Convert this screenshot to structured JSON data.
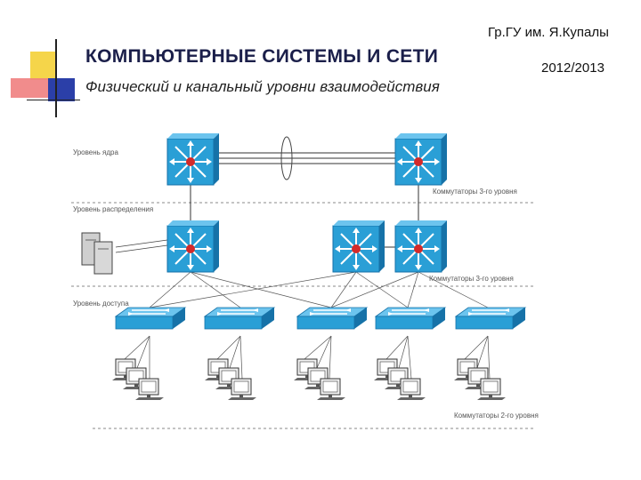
{
  "header": {
    "university": "Гр.ГУ им. Я.Купалы",
    "year": "2012/2013",
    "title": "КОМПЬЮТЕРНЫЕ СИСТЕМЫ  И СЕТИ",
    "subtitle": "Физический и канальный уровни взаимодействия"
  },
  "colors": {
    "accent_yellow": "#f5d54a",
    "accent_red": "#e03a3a",
    "accent_blue": "#2b3fa8",
    "device_blue": "#2a9fd6",
    "device_dark": "#1672a8"
  },
  "diagram": {
    "layer_labels": {
      "core": "Уровень ядра",
      "distribution": "Уровень распределения",
      "access": "Уровень доступа"
    },
    "switch_labels": {
      "l3_core": "Коммутаторы 3-го уровня",
      "l3_dist": "Коммутаторы 3-го уровня",
      "l2_access": "Коммутаторы 2-го уровня"
    }
  }
}
